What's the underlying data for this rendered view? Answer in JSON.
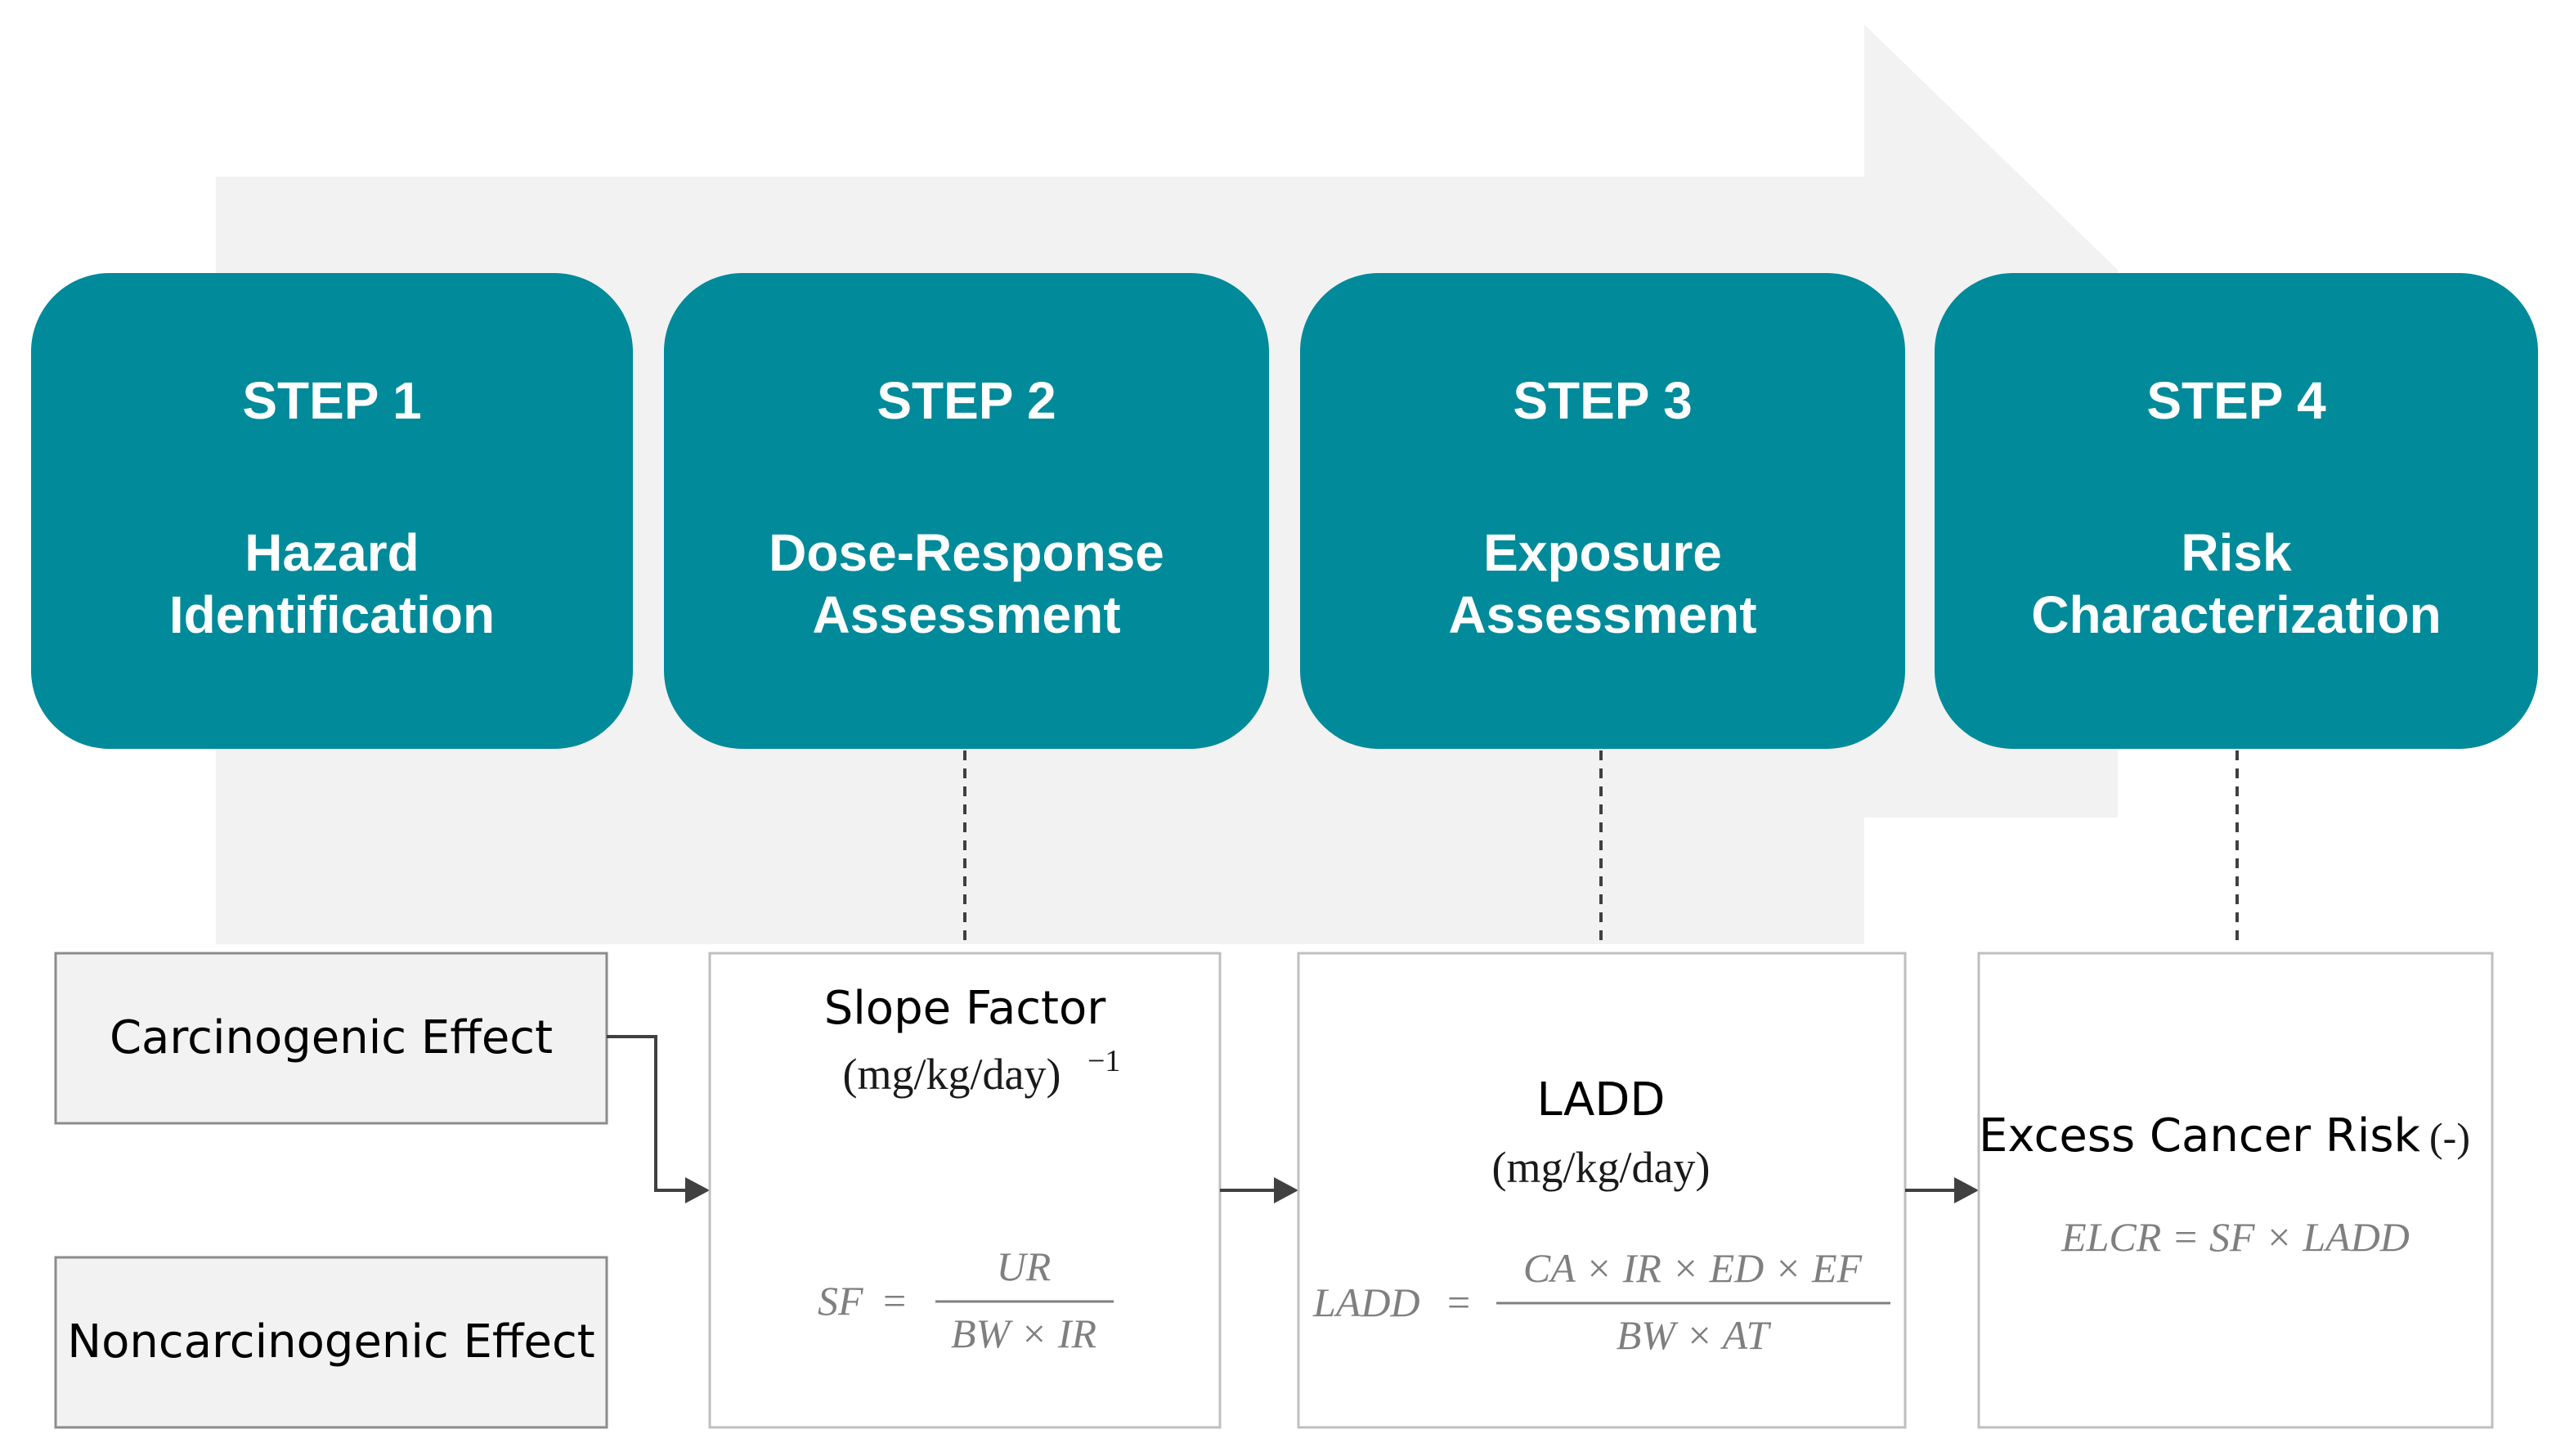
{
  "steps": [
    {
      "title": "STEP 1",
      "name_line1": "Hazard",
      "name_line2": "Identification"
    },
    {
      "title": "STEP 2",
      "name_line1": "Dose-Response",
      "name_line2": "Assessment"
    },
    {
      "title": "STEP 3",
      "name_line1": "Exposure",
      "name_line2": "Assessment"
    },
    {
      "title": "STEP 4",
      "name_line1": "Risk",
      "name_line2": "Characterization"
    }
  ],
  "effects": {
    "carcinogenic": "Carcinogenic Effect",
    "noncarcinogenic": "Noncarcinogenic Effect"
  },
  "slope_factor": {
    "title": "Slope Factor",
    "unit": "(mg/kg/day)",
    "unit_exponent": "−1",
    "formula": {
      "lhs": "SF",
      "equals": "=",
      "numerator": "UR",
      "denominator": "BW × IR"
    }
  },
  "ladd": {
    "title": "LADD",
    "unit": "(mg/kg/day)",
    "formula": {
      "lhs": "LADD",
      "equals": "=",
      "numerator": "CA × IR × ED × EF",
      "denominator": "BW × AT"
    }
  },
  "risk": {
    "title": "Excess Cancer Risk",
    "unit": "(-)",
    "formula": "ELCR = SF × LADD"
  },
  "colors": {
    "step_fill": "#008a9a",
    "background_arrow": "#f2f2f2",
    "formula_text": "#7f7f7f"
  }
}
